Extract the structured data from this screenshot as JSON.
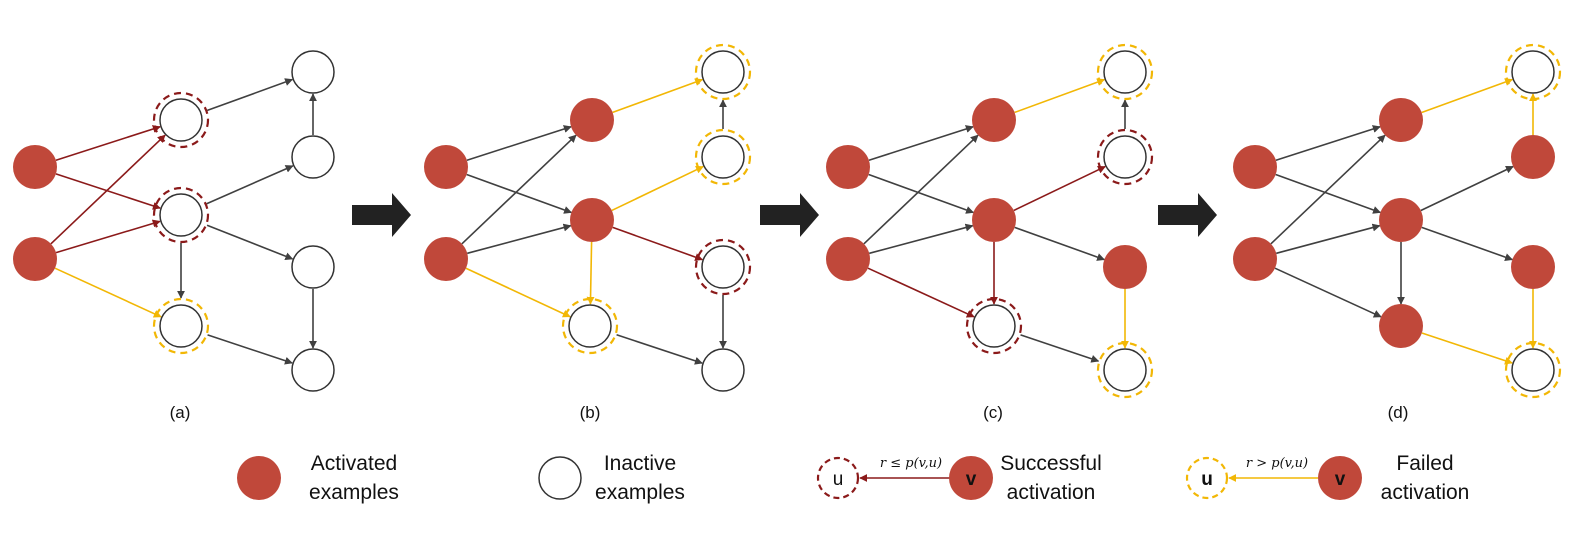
{
  "colors": {
    "activated_fill": "#C0483A",
    "success": "#8B1A1A",
    "fail": "#F2B705",
    "edge": "#404040",
    "node_stroke": "#333333",
    "transition_arrow": "#222222"
  },
  "panels": [
    {
      "caption": "(a)"
    },
    {
      "caption": "(b)"
    },
    {
      "caption": "(c)"
    },
    {
      "caption": "(d)"
    }
  ],
  "legend": {
    "activated": [
      "Activated",
      "examples"
    ],
    "inactive": [
      "Inactive",
      "examples"
    ],
    "success": {
      "u": "u",
      "v": "v",
      "formula": "r ≤ p(v,u)",
      "text": [
        "Successful",
        "activation"
      ]
    },
    "fail": {
      "u": "u",
      "v": "v",
      "formula": "r > p(v,u)",
      "text": [
        "Failed",
        "activation"
      ]
    }
  }
}
